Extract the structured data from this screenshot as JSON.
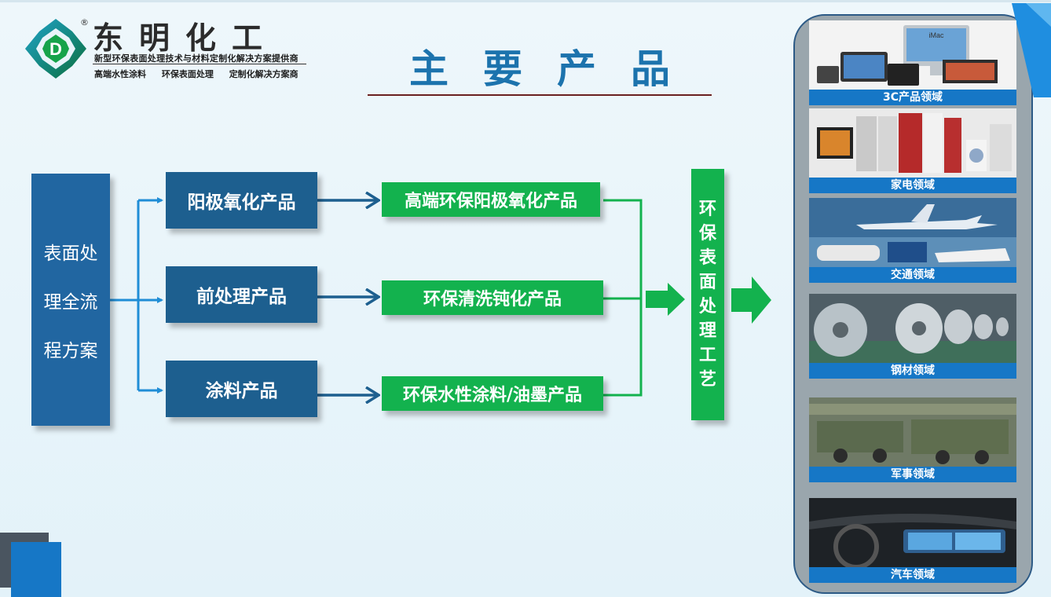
{
  "logo": {
    "brand": "东明化工",
    "reg": "®",
    "subtitle": "新型环保表面处理技术与材料定制化解决方案提供商",
    "tags": [
      "高端水性涂料",
      "环保表面处理",
      "定制化解决方案商"
    ]
  },
  "title": "主要产品",
  "diagram": {
    "root_lines": [
      "表面处",
      "理全流",
      "程方案"
    ],
    "categories": [
      "阳极氧化产品",
      "前处理产品",
      "涂料产品"
    ],
    "products": [
      "高端环保阳极氧化产品",
      "环保清洗钝化产品",
      "环保水性涂料/油墨产品"
    ],
    "result": "环保表面处理工艺"
  },
  "fields": [
    "3C产品领域",
    "家电领域",
    "交通领域",
    "钢材领域",
    "军事领域",
    "汽车领域"
  ],
  "colors": {
    "category_box": "#1d5f8f",
    "product_box": "#13b24e",
    "root_box": "#2166a1",
    "title": "#1c73ad",
    "caption_bar": "#1677c6"
  }
}
